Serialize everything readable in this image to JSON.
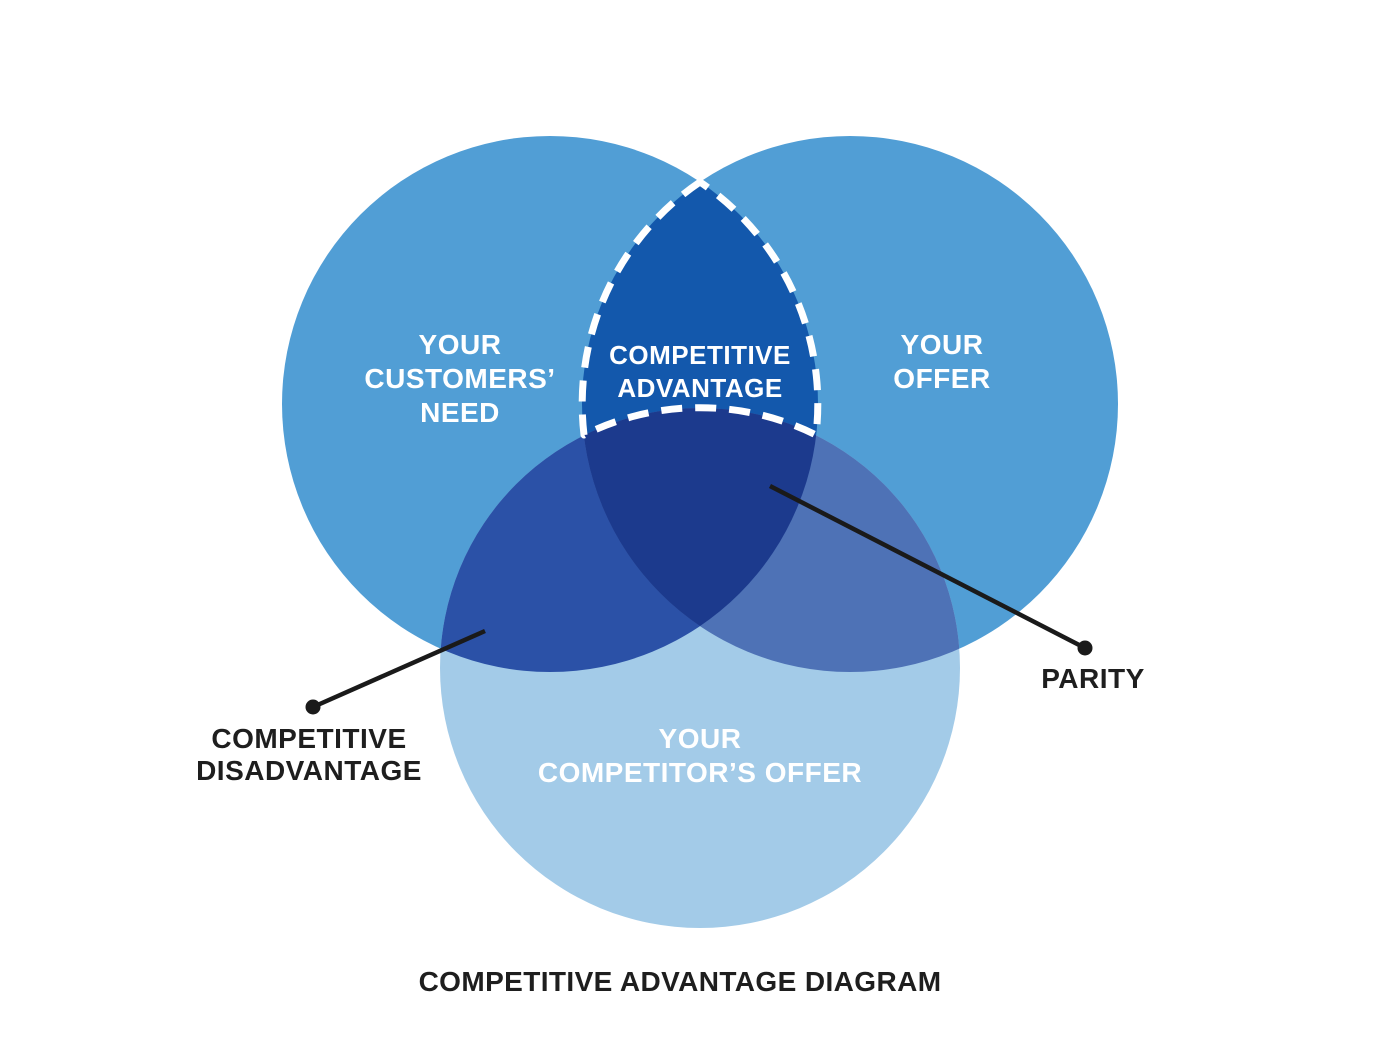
{
  "title": {
    "text": "COMPETITIVE ADVANTAGE DIAGRAM"
  },
  "venn": {
    "left_circle": {
      "lines": [
        "YOUR",
        "CUSTOMERS’",
        "NEED"
      ]
    },
    "right_circle": {
      "lines": [
        "YOUR",
        "OFFER"
      ]
    },
    "bottom_circle": {
      "lines": [
        "YOUR",
        "COMPETITOR’S OFFER"
      ]
    },
    "center_region": {
      "lines": [
        "COMPETITIVE",
        "ADVANTAGE"
      ]
    }
  },
  "annotations": {
    "competitive_disadvantage": {
      "lines": [
        "COMPETITIVE",
        "DISADVANTAGE"
      ]
    },
    "parity": {
      "label": "PARITY"
    }
  },
  "palette": {
    "top_circle_blue": "#519ed5",
    "bottom_circle_blue": "#a3cbe8",
    "advantage_blue": "#1358ac",
    "left_bottom_overlap": "#2b51a7",
    "right_bottom_overlap": "#4e72b6",
    "triple_overlap": "#1c3a8d",
    "dash_white": "#ffffff",
    "label_white": "#ffffff",
    "label_dark": "#1e1e1e",
    "pointer_black": "#1a1a1a",
    "background": "#ffffff"
  }
}
